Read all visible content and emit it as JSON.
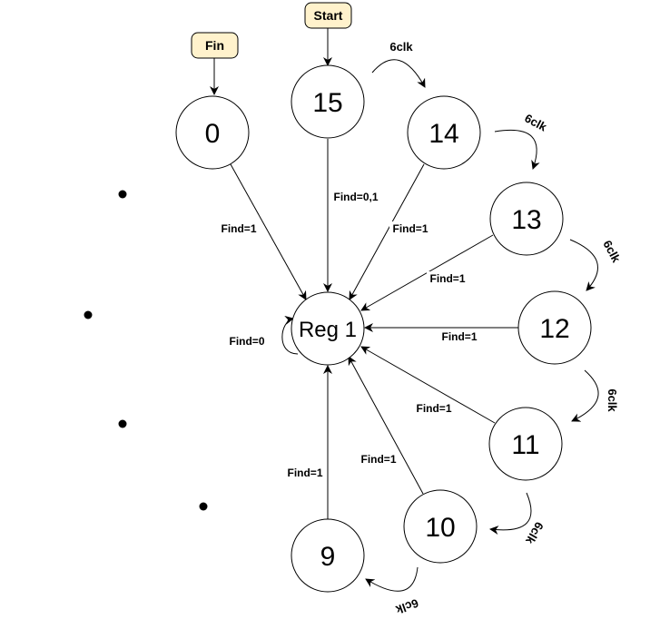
{
  "tags": {
    "start": "Start",
    "fin": "Fin"
  },
  "states": {
    "s0": "0",
    "s15": "15",
    "s14": "14",
    "s13": "13",
    "s12": "12",
    "s11": "11",
    "s10": "10",
    "s9": "9",
    "reg": "Reg 1"
  },
  "transitions": {
    "t0": "Find=1",
    "t15": "Find=0,1",
    "t14": "Find=1",
    "t13": "Find=1",
    "t12": "Find=1",
    "t11": "Find=1",
    "t10": "Find=1",
    "t9": "Find=1",
    "self": "Find=0"
  },
  "clock": {
    "c15_14": "6clk",
    "c14_13": "6clk",
    "c13_12": "6clk",
    "c12_11": "6clk",
    "c11_10": "6clk",
    "c10_9": "6clk"
  },
  "colors": {
    "tag_fill": "#fff2cc",
    "tag_stroke": "#000000",
    "line": "#000000"
  }
}
